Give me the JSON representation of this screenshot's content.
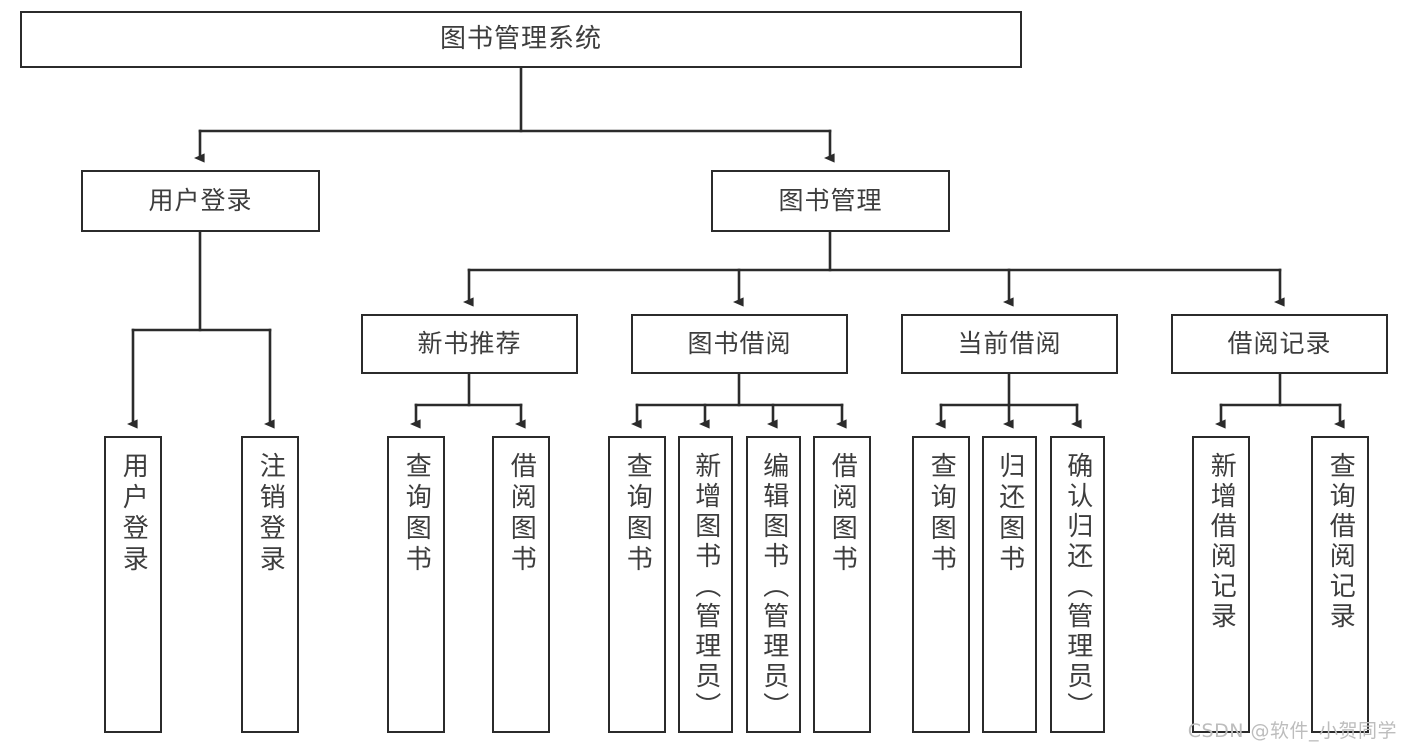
{
  "diagram": {
    "type": "hierarchy-tree",
    "title": "图书管理系统",
    "watermark": "CSDN @软件_小贺同学",
    "colors": {
      "box_border": "#2b2b2b",
      "box_fill": "#ffffff",
      "connector": "#2b2b2b",
      "text": "#3d3d3d",
      "watermark": "#bdbdbd"
    },
    "root": {
      "label": "图书管理系统"
    },
    "level2": [
      {
        "id": "user-login",
        "label": "用户登录"
      },
      {
        "id": "book-manage",
        "label": "图书管理"
      }
    ],
    "level3": [
      {
        "id": "new-book-recommend",
        "label": "新书推荐",
        "parent": "book-manage"
      },
      {
        "id": "book-borrow",
        "label": "图书借阅",
        "parent": "book-manage"
      },
      {
        "id": "current-borrow",
        "label": "当前借阅",
        "parent": "book-manage"
      },
      {
        "id": "borrow-record",
        "label": "借阅记录",
        "parent": "book-manage"
      }
    ],
    "leaves": [
      {
        "id": "leaf-user-login",
        "label": "用户登录",
        "parent": "user-login"
      },
      {
        "id": "leaf-logout-login",
        "label": "注销登录",
        "parent": "user-login"
      },
      {
        "id": "leaf-query-book-1",
        "label": "查询图书",
        "parent": "new-book-recommend"
      },
      {
        "id": "leaf-borrow-book-1",
        "label": "借阅图书",
        "parent": "new-book-recommend"
      },
      {
        "id": "leaf-query-book-2",
        "label": "查询图书",
        "parent": "book-borrow"
      },
      {
        "id": "leaf-add-book",
        "label": "新增图书（管理员）",
        "parent": "book-borrow"
      },
      {
        "id": "leaf-edit-book",
        "label": "编辑图书（管理员）",
        "parent": "book-borrow"
      },
      {
        "id": "leaf-borrow-book-2",
        "label": "借阅图书",
        "parent": "book-borrow"
      },
      {
        "id": "leaf-query-book-3",
        "label": "查询图书",
        "parent": "current-borrow"
      },
      {
        "id": "leaf-return-book",
        "label": "归还图书",
        "parent": "current-borrow"
      },
      {
        "id": "leaf-confirm-return",
        "label": "确认归还（管理员）",
        "parent": "current-borrow"
      },
      {
        "id": "leaf-add-borrow-record",
        "label": "新增借阅记录",
        "parent": "borrow-record"
      },
      {
        "id": "leaf-query-borrow-record",
        "label": "查询借阅记录",
        "parent": "borrow-record"
      }
    ]
  }
}
